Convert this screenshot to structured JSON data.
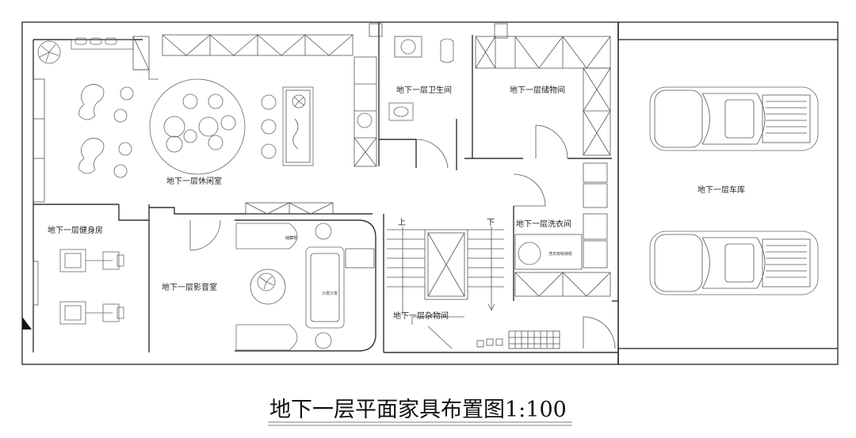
{
  "title": "地下一层平面家具布置图1:100",
  "rooms": {
    "leisure": "地下一层休闲室",
    "gym": "地下一层健身房",
    "theater": "地下一层影音室",
    "bathroom": "地下一层卫生间",
    "storage": "地下一层储物间",
    "laundry": "地下一层洗衣间",
    "utility": "地下一层杂物间",
    "garage": "地下一层车库"
  },
  "stairs": {
    "up": "上",
    "down": "下"
  },
  "small_labels": {
    "bar_sign": "储藏柜",
    "sofa_sign": "沙发沙发",
    "laundry_cabinet": "洗衣房收纳柜"
  }
}
